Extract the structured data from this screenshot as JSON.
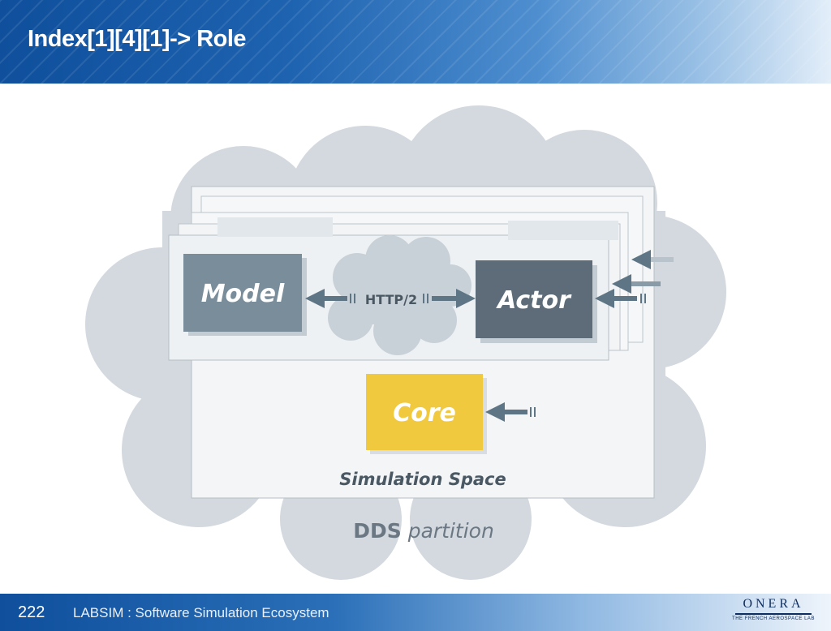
{
  "slide": {
    "title": "Index[1][4][1]-> Role",
    "page_number": "222",
    "footer_text": "LABSIM : Software Simulation Ecosystem",
    "logo_name": "ONERA",
    "logo_tagline": "THE FRENCH AEROSPACE LAB"
  },
  "diagram": {
    "model_label": "Model",
    "actor_label": "Actor",
    "protocol_label": "HTTP/2",
    "core_label": "Core",
    "space_label": "Simulation Space",
    "partition_bold": "DDS",
    "partition_rest": "partition"
  },
  "colors": {
    "header_blue": "#1e63b0",
    "cloud_gray": "#d3d9de",
    "model_box": "#7a8d9a",
    "actor_box": "#5d6c78",
    "core_box": "#f1c93e",
    "arrow": "#5d7585"
  }
}
